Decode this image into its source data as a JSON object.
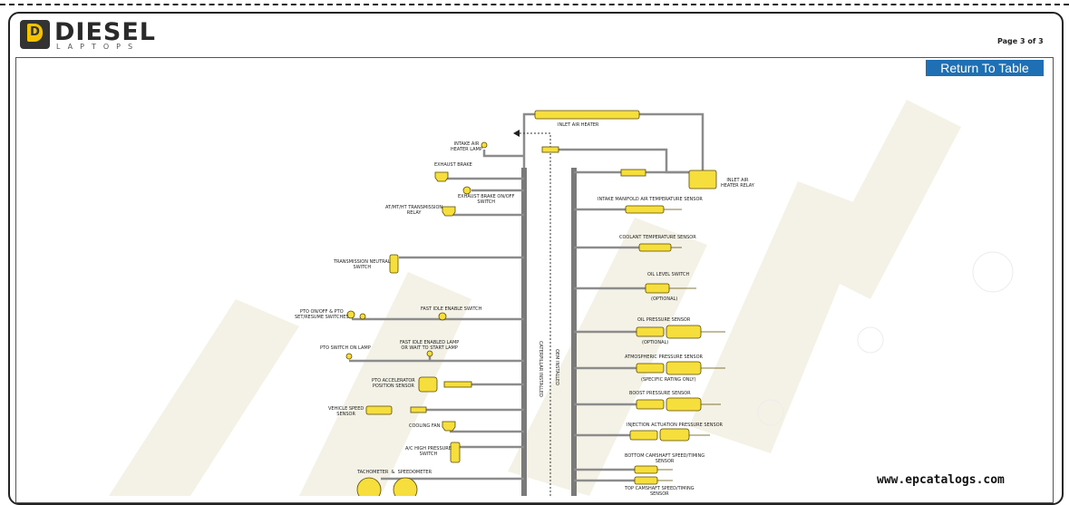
{
  "header": {
    "logo_main": "DIESEL",
    "logo_sub": "LAPTOPS",
    "page_indicator": "Page 3 of 3",
    "return_button": "Return To Table"
  },
  "footer": {
    "url": "www.epcatalogs.com"
  },
  "colors": {
    "wire": "#8c8c8c",
    "trunk": "#7a7a7a",
    "component": "#f6df3c",
    "component_outline": "#5a4a00",
    "button": "#1f6fb5"
  },
  "diagram": {
    "trunk_left_label": "CATERPILLAR INSTALLED",
    "trunk_right_label": "OEM INSTALLED",
    "left_components": {
      "intake_air_heater_lamp": "INTAKE AIR\nHEATER LAMP",
      "exhaust_brake": "EXHAUST BRAKE",
      "exhaust_brake_switch": "EXHAUST BRAKE ON/OFF\nSWITCH",
      "transmission_relay": "AT/MT/HT TRANSMISSION\nRELAY",
      "transmission_neutral_switch": "TRANSMISSION NEUTRAL\nSWITCH",
      "pto_switches": "PTO ON/OFF & PTO\nSET/RESUME SWITCHES",
      "fast_idle_enable_switch": "FAST IDLE ENABLE SWITCH",
      "pto_switch_on_lamp": "PTO SWITCH ON LAMP",
      "fast_idle_enabled_lamp": "FAST IDLE ENABLED LAMP\nOR WAIT TO START LAMP",
      "pto_accelerator_sensor": "PTO ACCELERATOR\nPOSITION SENSOR",
      "vehicle_speed_sensor": "VEHICLE SPEED\nSENSOR",
      "cooling_fan": "COOLING FAN",
      "ac_high_pressure_switch": "A/C HIGH PRESSURE\nSWITCH",
      "tachometer_speedometer": "TACHOMETER  &  SPEEDOMETER"
    },
    "right_components": {
      "inlet_air_heater": "INLET AIR HEATER",
      "inlet_air_heater_relay": "INLET AIR\nHEATER RELAY",
      "intake_manifold_temp_sensor": "INTAKE MANIFOLD AIR TEMPERATURE SENSOR",
      "coolant_temp_sensor": "COOLANT TEMPERATURE SENSOR",
      "oil_level_switch": "OIL LEVEL SWITCH",
      "oil_level_note": "(OPTIONAL)",
      "oil_pressure_sensor": "OIL PRESSURE SENSOR",
      "oil_pressure_note": "(OPTIONAL)",
      "atmospheric_pressure_sensor": "ATMOSPHERIC PRESSURE SENSOR",
      "atmospheric_note": "(SPECIFIC RATING ONLY)",
      "boost_pressure_sensor": "BOOST PRESSURE SENSOR",
      "injection_actuation_sensor": "INJECTION ACTUATION PRESSURE SENSOR",
      "bottom_camshaft_sensor": "BOTTOM CAMSHAFT SPEED/TIMING\nSENSOR",
      "top_camshaft_sensor": "TOP CAMSHAFT SPEED/TIMING\nSENSOR"
    }
  }
}
